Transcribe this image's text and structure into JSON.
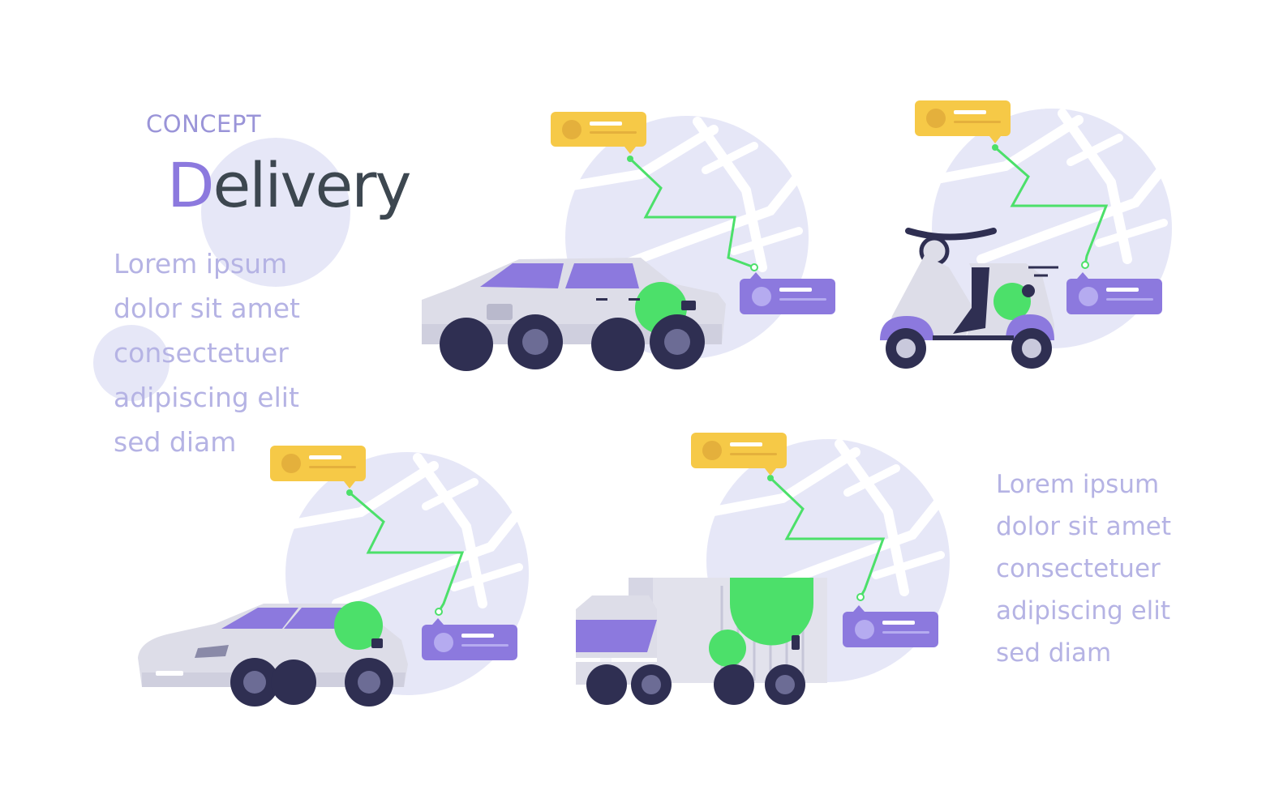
{
  "heading": {
    "kicker": "CONCEPT",
    "title_initial": "D",
    "title_rest": "elivery"
  },
  "paragraph_left": [
    "Lorem ipsum",
    "dolor sit amet",
    "consectetuer",
    "adipiscing elit",
    "sed diam"
  ],
  "paragraph_right": [
    "Lorem ipsum",
    "dolor sit amet",
    "consectetuer",
    "adipiscing elit",
    "sed diam"
  ],
  "colors": {
    "map_circle": "#e6e7f7",
    "route": "#4ce06a",
    "origin_bubble": "#f6c947",
    "destination_bubble": "#8c79de",
    "vehicle_body": "#dddde8",
    "vehicle_accent": "#8c79de",
    "tire": "#2f2f52",
    "title_text": "#3d4750"
  },
  "icons": [
    "suv-icon",
    "scooter-icon",
    "sedan-icon",
    "truck-icon",
    "map-pin-bubble-icon",
    "route-line-icon"
  ]
}
